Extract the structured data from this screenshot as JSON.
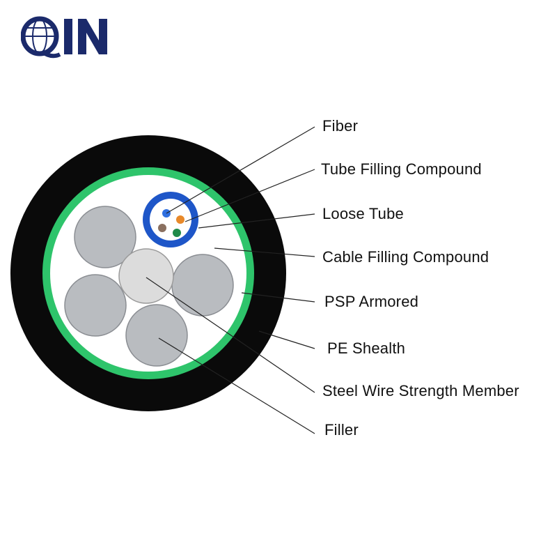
{
  "brand": {
    "logo_text": "QIN",
    "logo_color": "#1b2a6b"
  },
  "colors": {
    "pe_sheath": "#0a0a0a",
    "psp_armor": "#2ec46b",
    "filling": "#ffffff",
    "filler": "#b9bcc0",
    "steel": "#dcdcdc",
    "loose_tube": "#1e56c8",
    "leader_line": "#222222"
  },
  "fiber_colors": [
    "#2f6fe0",
    "#e8892a",
    "#8a7060",
    "#1f8a4a"
  ],
  "callouts": [
    {
      "id": "fiber",
      "label": "Fiber"
    },
    {
      "id": "tube-filling-compound",
      "label": "Tube Filling Compound"
    },
    {
      "id": "loose-tube",
      "label": "Loose Tube"
    },
    {
      "id": "cable-filling-compound",
      "label": "Cable Filling Compound"
    },
    {
      "id": "psp-armored",
      "label": "PSP Armored"
    },
    {
      "id": "pe-shealth",
      "label": "PE Shealth"
    },
    {
      "id": "steel-wire-strength-member",
      "label": "Steel Wire Strength Member"
    },
    {
      "id": "filler",
      "label": "Filler"
    }
  ]
}
